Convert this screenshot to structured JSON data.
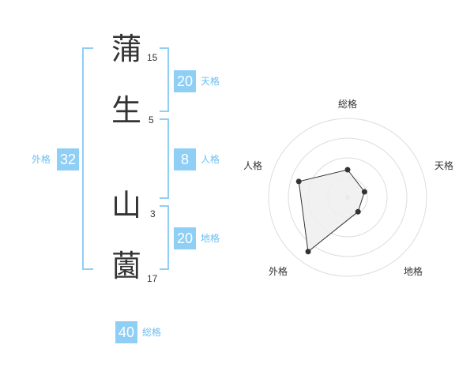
{
  "name": {
    "chars": [
      {
        "char": "蒲",
        "strokes": "15"
      },
      {
        "char": "生",
        "strokes": "5"
      },
      {
        "char": "山",
        "strokes": "3"
      },
      {
        "char": "薗",
        "strokes": "17"
      }
    ]
  },
  "fortune": {
    "tenkaku": {
      "value": "20",
      "label": "天格"
    },
    "jinkaku": {
      "value": "8",
      "label": "人格"
    },
    "chikaku": {
      "value": "20",
      "label": "地格"
    },
    "gaikaku": {
      "value": "32",
      "label": "外格"
    },
    "soukaku": {
      "value": "40",
      "label": "総格"
    }
  },
  "chart_data": {
    "type": "radar",
    "axes": [
      "総格",
      "天格",
      "地格",
      "外格",
      "人格"
    ],
    "levels": 4,
    "values": [
      1.4,
      0.9,
      0.9,
      3.4,
      2.6
    ],
    "max": 4,
    "colors": {
      "fill": "#efefef",
      "line": "#333333",
      "grid": "#dddddd",
      "center": "#cccccc"
    }
  },
  "colors": {
    "accent": "#8fcff5",
    "accent_text": "#6dbff0",
    "kanji": "#333333"
  }
}
